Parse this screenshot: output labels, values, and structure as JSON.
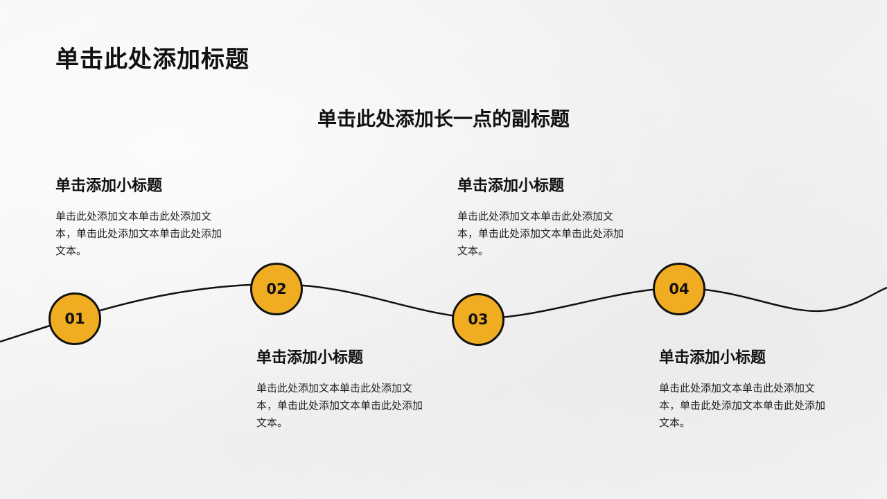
{
  "slide": {
    "title": "单击此处添加标题",
    "subtitle": "单击此处添加长一点的副标题"
  },
  "colors": {
    "node_fill": "#f0ad22",
    "line": "#111111",
    "background": "#f4f4f4"
  },
  "steps": [
    {
      "number": "01",
      "heading": "单击添加小标题",
      "body": "单击此处添加文本单击此处添加文本，单击此处添加文本单击此处添加文本。"
    },
    {
      "number": "02",
      "heading": "单击添加小标题",
      "body": "单击此处添加文本单击此处添加文本，单击此处添加文本单击此处添加文本。"
    },
    {
      "number": "03",
      "heading": "单击添加小标题",
      "body": "单击此处添加文本单击此处添加文本，单击此处添加文本单击此处添加文本。"
    },
    {
      "number": "04",
      "heading": "单击添加小标题",
      "body": "单击此处添加文本单击此处添加文本，单击此处添加文本单击此处添加文本。"
    }
  ]
}
